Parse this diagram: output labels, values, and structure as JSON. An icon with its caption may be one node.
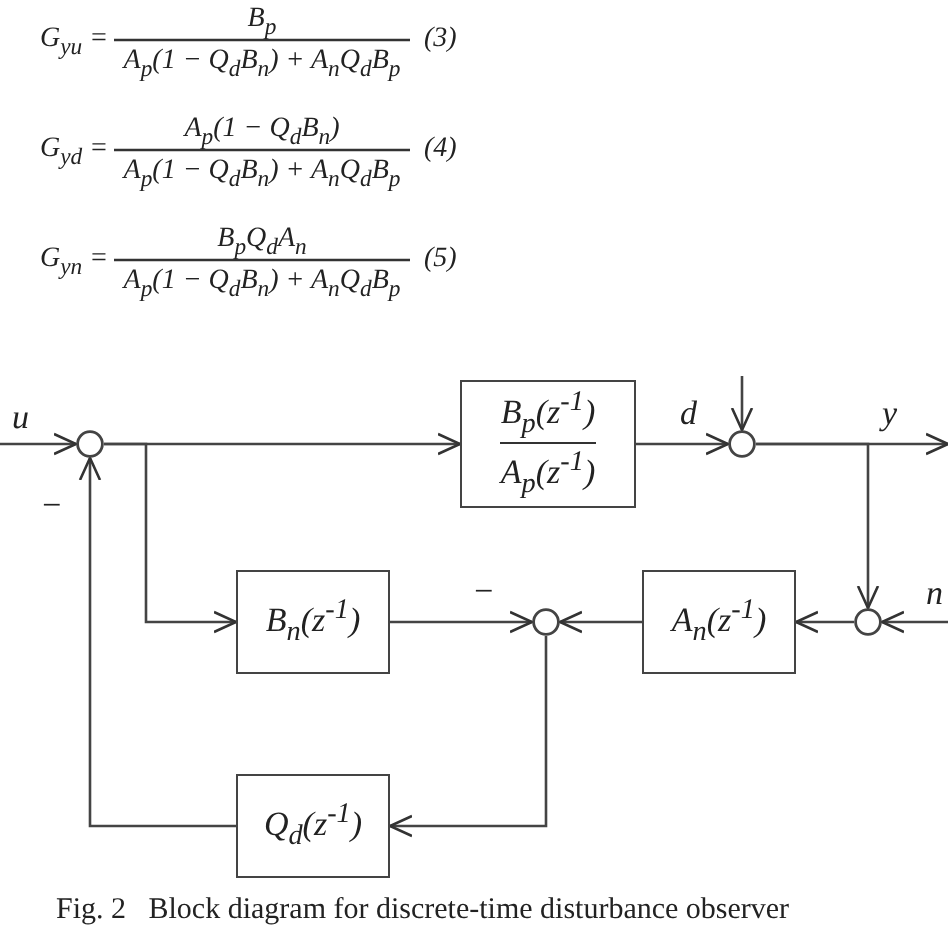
{
  "diagram": {
    "caption": "Fig. 2   Block diagram for discrete-time disturbance observer",
    "nodes": [
      {
        "text": [],
        "shape": "circle"
      },
      {
        "text": [
          "B$_{p}$(z$^{-1}$)",
          "A$_{p}$(z$^{-1}$)"
        ]
      },
      {
        "text": [],
        "shape": "circle"
      },
      {
        "text": [],
        "shape": "circle"
      },
      {
        "text": [
          "A$_{n}$(z$^{-1}$)"
        ]
      },
      {
        "text": [],
        "shape": "circle"
      },
      {
        "text": [
          "B$_{n}$(z$^{-1}$)"
        ]
      },
      {
        "text": [
          "Q$_{d}$(z$^{-1}$)"
        ]
      }
    ],
    "edges": [
      {
        "from": null,
        "to": 0,
        "arrow": "to"
      },
      {
        "from": 0,
        "to": 1,
        "arrow": "to"
      },
      {
        "from": 0,
        "to": 6,
        "arrow": "to"
      },
      {
        "from": 1,
        "to": 2,
        "arrow": "to"
      },
      {
        "from": null,
        "to": 2,
        "arrow": "to"
      },
      {
        "from": 2,
        "to": null,
        "arrow": "to"
      },
      {
        "from": 2,
        "to": 3,
        "arrow": "to"
      },
      {
        "from": null,
        "to": 3,
        "arrow": "to"
      },
      {
        "from": 3,
        "to": 4,
        "arrow": "to"
      },
      {
        "from": 4,
        "to": 5,
        "arrow": "to"
      },
      {
        "from": 6,
        "to": 5,
        "arrow": "to"
      },
      {
        "from": 5,
        "to": 7,
        "arrow": "to"
      },
      {
        "from": 7,
        "to": 0,
        "arrow": "to"
      }
    ],
    "labels": [
      "G$_{yu}$ =",
      "B$_{p}$",
      "A$_{p}$(1 − Q$_{d}$B$_{n}$) + A$_{n}$Q$_{d}$B$_{p}$",
      "(3)",
      "G$_{yd}$ =",
      "A$_{p}$(1 − Q$_{d}$B$_{n}$)",
      "A$_{p}$(1 − Q$_{d}$B$_{n}$) + A$_{n}$Q$_{d}$B$_{p}$",
      "(4)",
      "G$_{yn}$ =",
      "B$_{p}$Q$_{d}$A$_{n}$",
      "A$_{p}$(1 − Q$_{d}$B$_{n}$) + A$_{n}$Q$_{d}$B$_{p}$",
      "(5)",
      "u",
      "d",
      "y",
      "−",
      "n",
      "−"
    ]
  }
}
